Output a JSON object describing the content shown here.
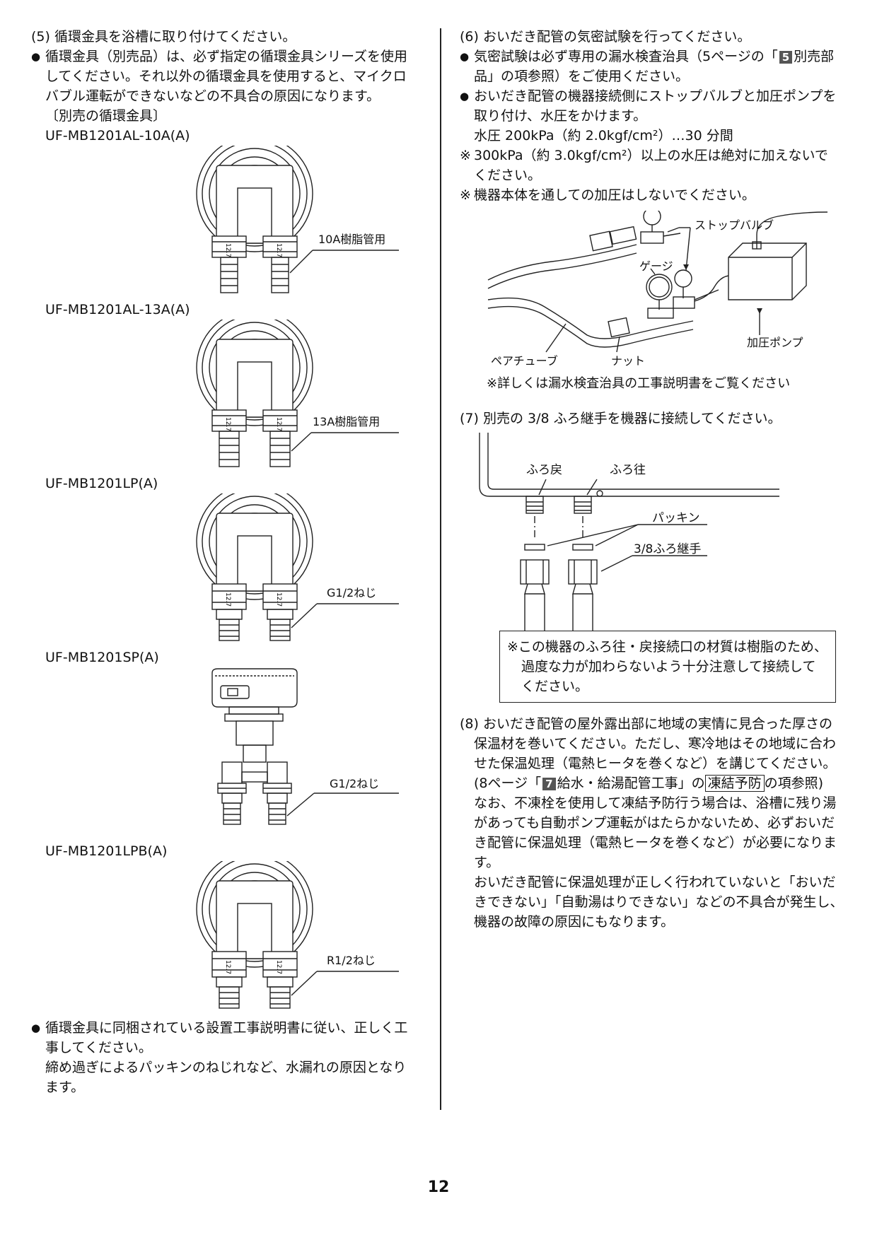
{
  "left": {
    "s5_title": "(5) 循環金具を浴槽に取り付けてください。",
    "s5_b1_l1": "循環金具（別売品）は、必ず指定の循環金具シリーズを使用",
    "s5_b1_l2": "してください。それ以外の循環金具を使用すると、マイクロ",
    "s5_b1_l3": "バブル運転ができないなどの不具合の原因になります。",
    "s5_sub": "〔別売の循環金具〕",
    "models": [
      {
        "name": "UF-MB1201AL-10A(A)",
        "callout": "10A樹脂管用"
      },
      {
        "name": "UF-MB1201AL-13A(A)",
        "callout": "13A樹脂管用"
      },
      {
        "name": "UF-MB1201LP(A)",
        "callout": "G1/2ねじ"
      },
      {
        "name": "UF-MB1201SP(A)",
        "callout": "G1/2ねじ"
      },
      {
        "name": "UF-MB1201LPB(A)",
        "callout": "R1/2ねじ"
      }
    ],
    "sleeve_label": "12.7",
    "s5_b2_l1": "循環金具に同梱されている設置工事説明書に従い、正しく工",
    "s5_b2_l2": "事してください。",
    "s5_b2_l3": "締め過ぎによるパッキンのねじれなど、水漏れの原因となり",
    "s5_b2_l4": "ます。"
  },
  "right": {
    "s6_title": "(6) おいだき配管の気密試験を行ってください。",
    "s6_b1_l1a": "気密試験は必ず専用の漏水検査治具（5ページの「",
    "s6_b1_tag": "5",
    "s6_b1_l1b": "別売部",
    "s6_b1_l2": "品」の項参照）をご使用ください。",
    "s6_b2_l1": "おいだき配管の機器接続側にストップバルブと加圧ポンプを",
    "s6_b2_l2": "取り付け、水圧をかけます。",
    "s6_b2_l3": "水圧 200kPa（約 2.0kgf/cm²）…30 分間",
    "s6_n1_mark": "※",
    "s6_n1_l1": "300kPa（約 3.0kgf/cm²）以上の水圧は絶対に加えないで",
    "s6_n1_l2": "ください。",
    "s6_n2_mark": "※",
    "s6_n2_l1": "機器本体を通しての加圧はしないでください。",
    "fig6": {
      "stop_valve": "ストップバルブ",
      "gauge": "ゲージ",
      "pump": "加圧ポンプ",
      "pair_tube": "ペアチューブ",
      "nut": "ナット",
      "note": "※詳しくは漏水検査治具の工事説明書をご覧ください"
    },
    "s7_title": "(7) 別売の 3/8 ふろ継手を機器に接続してください。",
    "fig7": {
      "return": "ふろ戻",
      "outgoing": "ふろ往",
      "packing": "パッキン",
      "joint": "3/8ふろ継手"
    },
    "s7_warn_l1": "※この機器のふろ往・戻接続口の材質は樹脂のため、",
    "s7_warn_l2": "過度な力が加わらないよう十分注意して接続して",
    "s7_warn_l3": "ください。",
    "s8_l1": "(8) おいだき配管の屋外露出部に地域の実情に見合った厚さの",
    "s8_l2": "保温材を巻いてください。ただし、寒冷地はその地域に合わ",
    "s8_l3": "せた保温処理（電熱ヒータを巻くなど）を講じてください。",
    "s8_l4a": "(8ページ「",
    "s8_l4_tag": "7",
    "s8_l4b": "給水・給湯配管工事」の",
    "s8_l4_box": "凍結予防",
    "s8_l4c": "の項参照)",
    "s8_l5": "なお、不凍栓を使用して凍結予防行う場合は、浴槽に残り湯",
    "s8_l6": "があっても自動ポンプ運転がはたらかないため、必ずおいだ",
    "s8_l7": "き配管に保温処理（電熱ヒータを巻くなど）が必要になります。",
    "s8_l8": "おいだき配管に保温処理が正しく行われていないと「おいだ",
    "s8_l9": "きできない」「自動湯はりできない」などの不具合が発生し、",
    "s8_l10": "機器の故障の原因にもなります。"
  },
  "page_number": "12"
}
